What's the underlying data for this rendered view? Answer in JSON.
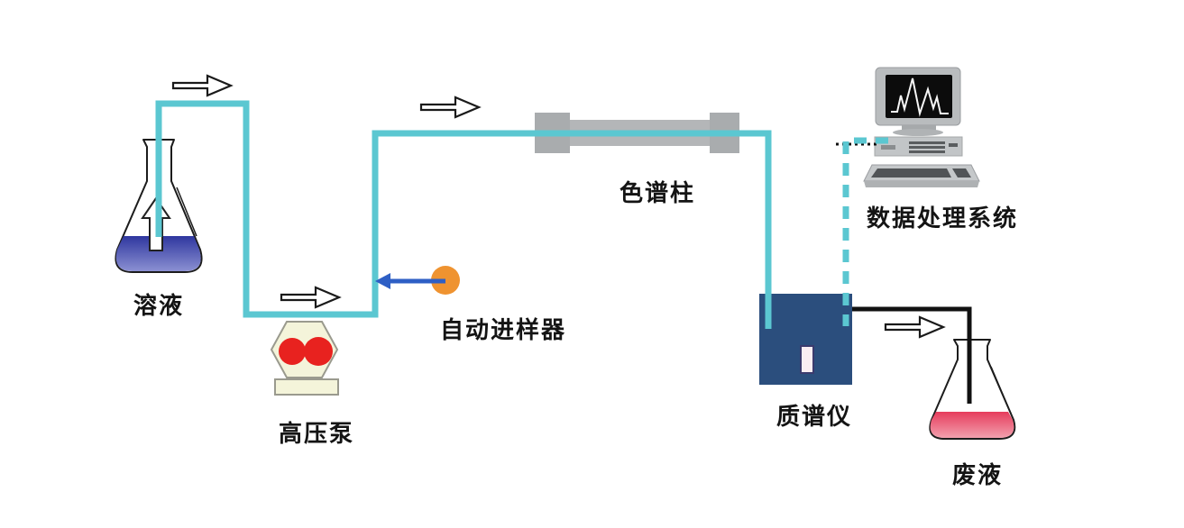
{
  "diagram": {
    "type": "flow-diagram",
    "subject": "HPLC-MS system",
    "background": "#ffffff",
    "nodes": [
      {
        "id": "solution",
        "label": "溶液",
        "icon": "erlenmeyer-flask-icon"
      },
      {
        "id": "pump",
        "label": "高压泵",
        "icon": "pump-icon"
      },
      {
        "id": "autosampler",
        "label": "自动进样器",
        "icon": "autosampler-icon"
      },
      {
        "id": "column",
        "label": "色谱柱",
        "icon": "column-icon"
      },
      {
        "id": "mass-spec",
        "label": "质谱仪",
        "icon": "mass-spec-icon"
      },
      {
        "id": "data-system",
        "label": "数据处理系统",
        "icon": "computer-icon"
      },
      {
        "id": "waste",
        "label": "废液",
        "icon": "erlenmeyer-flask-icon"
      }
    ],
    "edges": [
      {
        "from": "solution",
        "to": "pump",
        "style": "solid-cyan-tube"
      },
      {
        "from": "pump",
        "to": "column",
        "style": "solid-cyan-tube"
      },
      {
        "from": "autosampler",
        "to": "tube",
        "style": "blue-arrow-left"
      },
      {
        "from": "column",
        "to": "mass-spec",
        "style": "solid-cyan-tube"
      },
      {
        "from": "mass-spec",
        "to": "waste",
        "style": "solid-black-line"
      },
      {
        "from": "mass-spec",
        "to": "data-system",
        "style": "dashed-cyan-line"
      }
    ],
    "flow_arrows": {
      "count": 4,
      "direction": "right",
      "style": "white-outline"
    },
    "colors": {
      "tube": "#5bc7d1",
      "signal_dashed": "#5bc7d1",
      "pump_rollers": "#e8221f",
      "pump_body": "#f4f4da",
      "autosampler_dot": "#ef9330",
      "injection_arrow": "#2e5fc5",
      "column_cap_gray": "#a9acae",
      "column_body_gray": "#b4b6b8",
      "mass_spec_box": "#2b4e7d",
      "solution_liquid_top": "#2f379f",
      "solution_liquid_bottom": "#8b90d2",
      "waste_liquid_top": "#e63c5c",
      "waste_liquid_bottom": "#f2a0ae",
      "waste_line": "#111111",
      "arrow_fill": "#ffffff",
      "arrow_stroke": "#1a1a1a",
      "label_text": "#141414"
    }
  }
}
